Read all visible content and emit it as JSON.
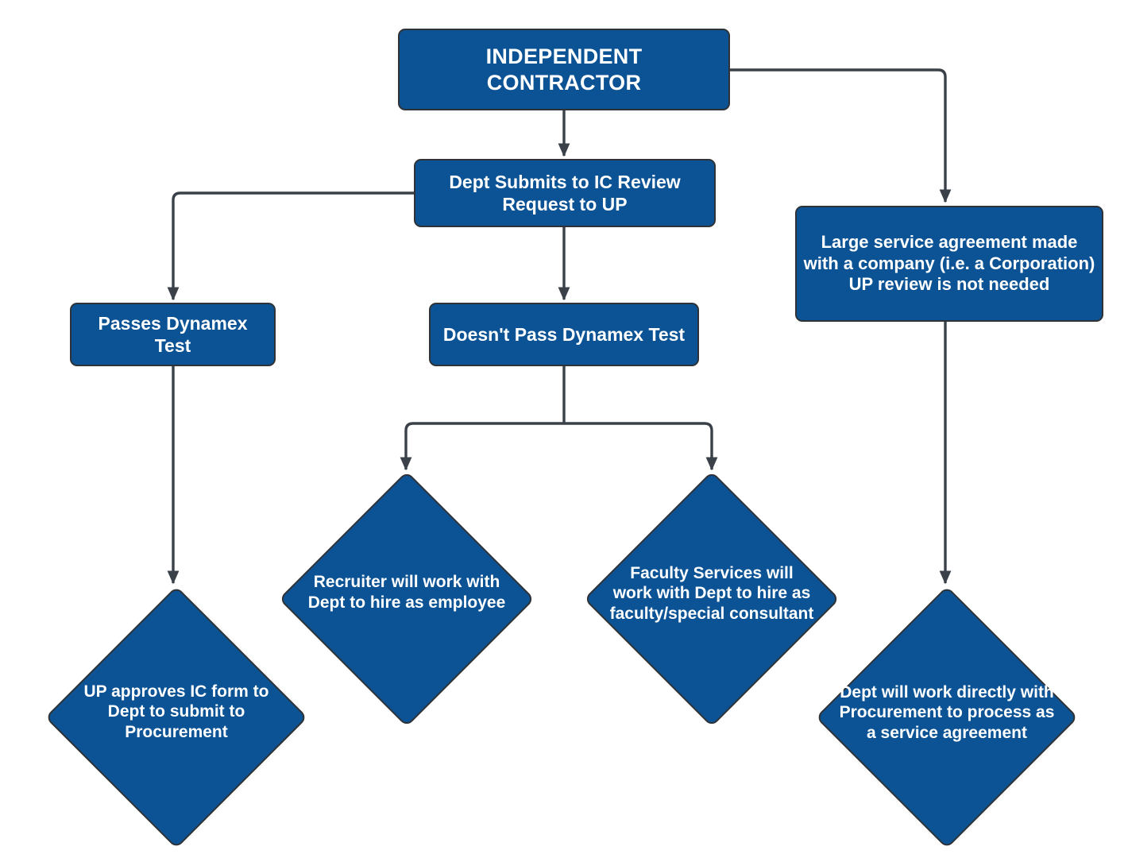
{
  "diagram": {
    "title": "Independent Contractor Process Flowchart",
    "colors": {
      "node_fill": "#0B5394",
      "node_border": "#2F3337",
      "node_text": "#FFFFFF",
      "edge": "#3A4149",
      "background": "#FFFFFF"
    },
    "nodes": {
      "independent_contractor": {
        "label": "INDEPENDENT CONTRACTOR",
        "shape": "rounded-rectangle"
      },
      "dept_submits": {
        "label": "Dept Submits to IC Review Request to UP",
        "shape": "rounded-rectangle"
      },
      "large_service_agreement": {
        "label": "Large service agreement made with a company (i.e. a Corporation) UP review is not needed",
        "shape": "rounded-rectangle"
      },
      "passes_dynamex": {
        "label": "Passes Dynamex Test",
        "shape": "rounded-rectangle"
      },
      "doesnt_pass_dynamex": {
        "label": "Doesn't Pass Dynamex Test",
        "shape": "rounded-rectangle"
      },
      "recruiter_employee": {
        "label": "Recruiter will work with Dept to hire as employee",
        "shape": "diamond"
      },
      "faculty_services": {
        "label": "Faculty Services will work with Dept to hire as faculty/special consultant",
        "shape": "diamond"
      },
      "up_approves": {
        "label": "UP approves IC form to Dept to submit to Procurement",
        "shape": "diamond"
      },
      "dept_procurement": {
        "label": "Dept will work directly with Procurement to process as a service agreement",
        "shape": "diamond"
      }
    },
    "edges": [
      {
        "from": "independent_contractor",
        "to": "dept_submits",
        "style": "straight-down",
        "arrow": true
      },
      {
        "from": "independent_contractor",
        "to": "large_service_agreement",
        "style": "right-then-down",
        "arrow": true
      },
      {
        "from": "dept_submits",
        "to": "passes_dynamex",
        "style": "left-then-down",
        "arrow": true
      },
      {
        "from": "dept_submits",
        "to": "doesnt_pass_dynamex",
        "style": "straight-down",
        "arrow": true
      },
      {
        "from": "passes_dynamex",
        "to": "up_approves",
        "style": "straight-down",
        "arrow": true
      },
      {
        "from": "doesnt_pass_dynamex",
        "to": "recruiter_employee",
        "style": "down-split-left",
        "arrow": true
      },
      {
        "from": "doesnt_pass_dynamex",
        "to": "faculty_services",
        "style": "down-split-right",
        "arrow": true
      },
      {
        "from": "large_service_agreement",
        "to": "dept_procurement",
        "style": "straight-down",
        "arrow": true
      }
    ]
  }
}
